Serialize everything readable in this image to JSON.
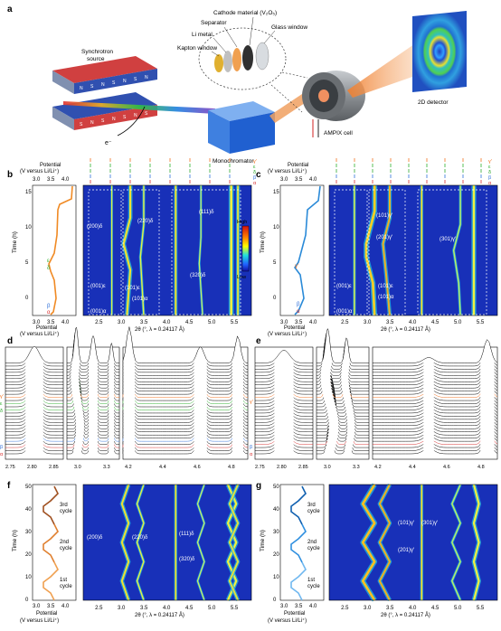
{
  "panels": {
    "a": "a",
    "b": "b",
    "c": "c",
    "d": "d",
    "e": "e",
    "f": "f",
    "g": "g"
  },
  "schematic": {
    "cathode": "Cathode material (V₂O₅)",
    "separator": "Separator",
    "glass": "Glass window",
    "li_metal": "Li metal",
    "kapton": "Kapton window",
    "synchrotron": [
      "Synchrotron",
      "source"
    ],
    "magnet_label": "N S",
    "electron": "e⁻",
    "monochromator": "Monochromator",
    "ampix": "AMPIX cell",
    "detector": "2D detector"
  },
  "axes": {
    "potential_title": [
      "Potential",
      "(V versus Li/Li⁺)"
    ],
    "time": "Time (h)",
    "two_theta": "2θ (°, λ = 0.24117 Å)",
    "intensity_high": "High",
    "intensity_low": "Low",
    "pot_ticks": [
      "3.0",
      "3.5",
      "4.0"
    ],
    "time_ticks_bc": [
      "0",
      "5",
      "10",
      "15"
    ],
    "theta_ticks": [
      "2.5",
      "3.0",
      "3.5",
      "4.0",
      "4.5",
      "5.0",
      "5.5"
    ],
    "time_ticks_fg": [
      "0",
      "10",
      "20",
      "30",
      "40",
      "50"
    ],
    "d_ticks_1": [
      "2.75",
      "2.80",
      "2.85"
    ],
    "d_ticks_2": [
      "3.0",
      "3.3"
    ],
    "d_ticks_3": [
      "4.2",
      "4.4",
      "4.6",
      "4.8"
    ]
  },
  "phase_labels": {
    "gamma": "γ′",
    "epsilon": "ε",
    "delta": "δ",
    "beta": "β",
    "alpha": "α"
  },
  "annotations_b": [
    "(200)δ",
    "(220)δ",
    "(111)δ",
    "(320)δ",
    "(101)ε",
    "(101)α",
    "(001)ε",
    "(001)α"
  ],
  "annotations_c": [
    "(101)γ′",
    "(201)γ′",
    "(301)γ′",
    "(101)ε",
    "(101)α",
    "(001)ε",
    "(001)α"
  ],
  "annotations_f": [
    "(200)δ",
    "(220)δ",
    "(111)δ",
    "(320)δ"
  ],
  "annotations_g": [
    "(101)γ′",
    "(201)γ′",
    "(301)γ′"
  ],
  "cycles": [
    "3rd",
    "cycle",
    "2nd",
    "cycle",
    "1st",
    "cycle"
  ],
  "colors": {
    "heat_bg": "#1830b8",
    "orange": "#f08a24",
    "blue": "#2a8ad8",
    "gamma": "#f07020",
    "epsilon": "#30b030",
    "delta": "#30a830",
    "beta": "#3070d8",
    "alpha": "#d83030"
  }
}
